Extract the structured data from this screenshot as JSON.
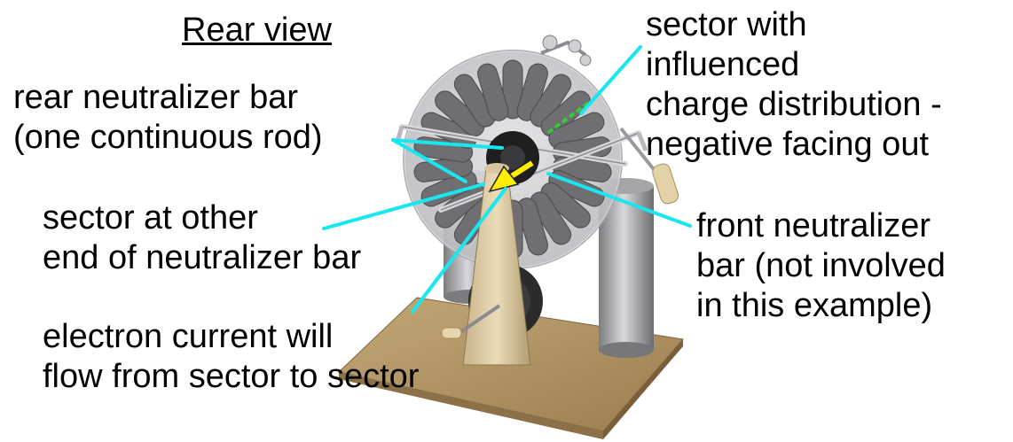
{
  "title": "Rear view",
  "labels": {
    "rear_neutralizer": [
      "rear neutralizer bar",
      "(one continuous rod)"
    ],
    "sector_other_end": [
      "sector at other",
      "end of neutralizer bar"
    ],
    "electron_current": [
      "electron current will",
      "flow from sector to sector"
    ],
    "sector_influenced": [
      "sector with",
      "influenced",
      "charge distribution -",
      "negative facing out"
    ],
    "front_neutralizer": [
      "front neutralizer",
      "bar (not involved",
      "in this example)"
    ]
  },
  "colors": {
    "pointer_line": "#18e6f0",
    "arrow": "#ffee00",
    "charge_marks": "#33cc33",
    "base_wood": "#b89a6a",
    "disc": "#c9c9cc",
    "sector": "#6f6f72"
  }
}
